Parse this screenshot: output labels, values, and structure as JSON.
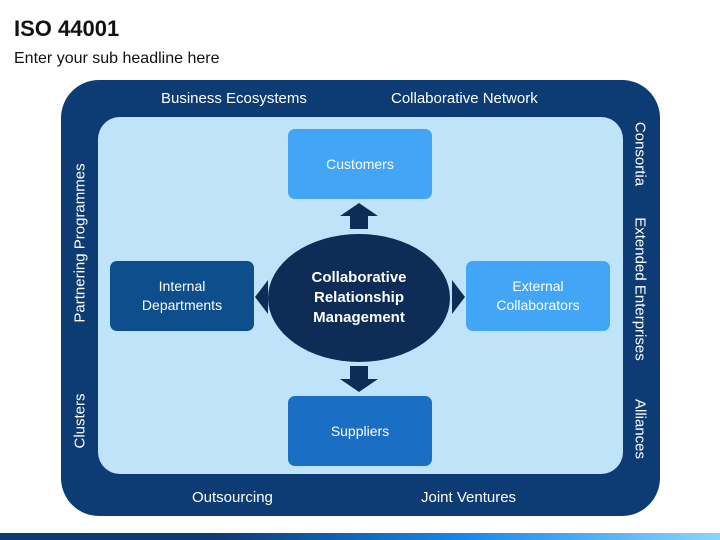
{
  "header": {
    "title": "ISO 44001",
    "subtitle": "Enter your sub headline here"
  },
  "frame_labels": {
    "top_left": "Business Ecosystems",
    "top_right": "Collaborative Network",
    "bottom_left": "Outsourcing",
    "bottom_right": "Joint Ventures",
    "left_upper": "Partnering Programmes",
    "left_lower": "Clusters",
    "right_upper": "Consortia",
    "right_middle": "Extended Enterprises",
    "right_lower": "Alliances"
  },
  "center": {
    "line1": "Collaborative",
    "line2": "Relationship",
    "line3": "Management"
  },
  "nodes": {
    "top": "Customers",
    "bottom": "Suppliers",
    "left_line1": "Internal",
    "left_line2": "Departments",
    "right_line1": "External",
    "right_line2": "Collaborators"
  },
  "colors": {
    "outer_frame": "#0d3b73",
    "inner_panel": "#bfe3f9",
    "center": "#0d2d57",
    "customers": "#42a5f5",
    "suppliers": "#1a6fc4",
    "internal": "#0d4f8c",
    "external": "#42a5f5"
  }
}
